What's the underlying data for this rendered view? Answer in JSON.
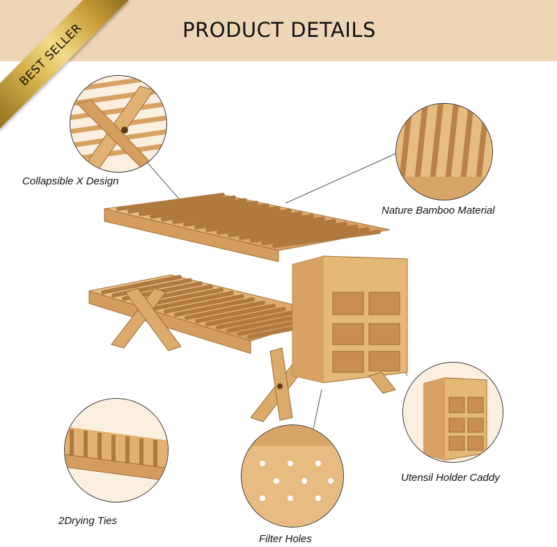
{
  "header": {
    "title": "PRODUCT DETAILS"
  },
  "badge": {
    "text": "BEST SELLER"
  },
  "callouts": [
    {
      "id": "x-design",
      "label": "Collapsible X Design"
    },
    {
      "id": "bamboo",
      "label": "Nature Bamboo Material"
    },
    {
      "id": "caddy",
      "label": "Utensil Holder Caddy"
    },
    {
      "id": "drying-ties",
      "label": "2Drying Ties"
    },
    {
      "id": "filter-holes",
      "label": "Filter Holes"
    }
  ],
  "colors": {
    "header_bg": "#eed5b8",
    "bamboo_light": "#e9bf83",
    "bamboo_mid": "#d9a566",
    "bamboo_dark": "#b8834a",
    "ribbon_gold": "#d6b24c"
  }
}
